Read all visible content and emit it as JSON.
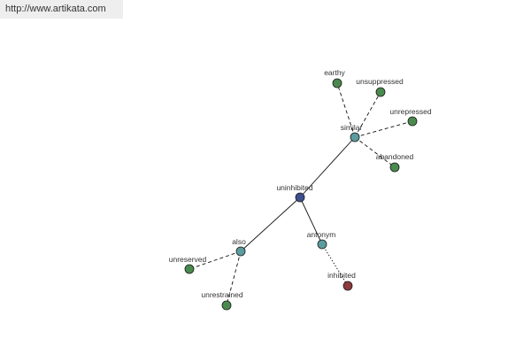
{
  "watermark": {
    "url_text": "http://www.artikata.com"
  },
  "colors": {
    "center": "#3d4f8f",
    "relation": "#5c9c9e",
    "leaf": "#4a8a4e",
    "antonym_leaf": "#8c3a3e"
  },
  "graph": {
    "nodes": [
      {
        "id": "uninhibited",
        "label": "uninhibited",
        "kind": "center"
      },
      {
        "id": "similar",
        "label": "similar",
        "kind": "relation"
      },
      {
        "id": "also",
        "label": "also",
        "kind": "relation"
      },
      {
        "id": "antonym",
        "label": "antonym",
        "kind": "relation"
      },
      {
        "id": "earthy",
        "label": "earthy",
        "kind": "leaf"
      },
      {
        "id": "unsuppressed",
        "label": "unsuppressed",
        "kind": "leaf"
      },
      {
        "id": "unrepressed",
        "label": "unrepressed",
        "kind": "leaf"
      },
      {
        "id": "abandoned",
        "label": "abandoned",
        "kind": "leaf"
      },
      {
        "id": "unreserved",
        "label": "unreserved",
        "kind": "leaf"
      },
      {
        "id": "unrestrained",
        "label": "unrestrained",
        "kind": "leaf"
      },
      {
        "id": "inhibited",
        "label": "inhibited",
        "kind": "antonym_leaf"
      }
    ],
    "edges": [
      {
        "from": "uninhibited",
        "to": "similar",
        "style": "solid"
      },
      {
        "from": "uninhibited",
        "to": "also",
        "style": "solid"
      },
      {
        "from": "uninhibited",
        "to": "antonym",
        "style": "solid"
      },
      {
        "from": "similar",
        "to": "earthy",
        "style": "dashed"
      },
      {
        "from": "similar",
        "to": "unsuppressed",
        "style": "dashed"
      },
      {
        "from": "similar",
        "to": "unrepressed",
        "style": "dashed"
      },
      {
        "from": "similar",
        "to": "abandoned",
        "style": "dashed"
      },
      {
        "from": "also",
        "to": "unreserved",
        "style": "dashed"
      },
      {
        "from": "also",
        "to": "unrestrained",
        "style": "dashed"
      },
      {
        "from": "antonym",
        "to": "inhibited",
        "style": "dotted"
      }
    ]
  }
}
